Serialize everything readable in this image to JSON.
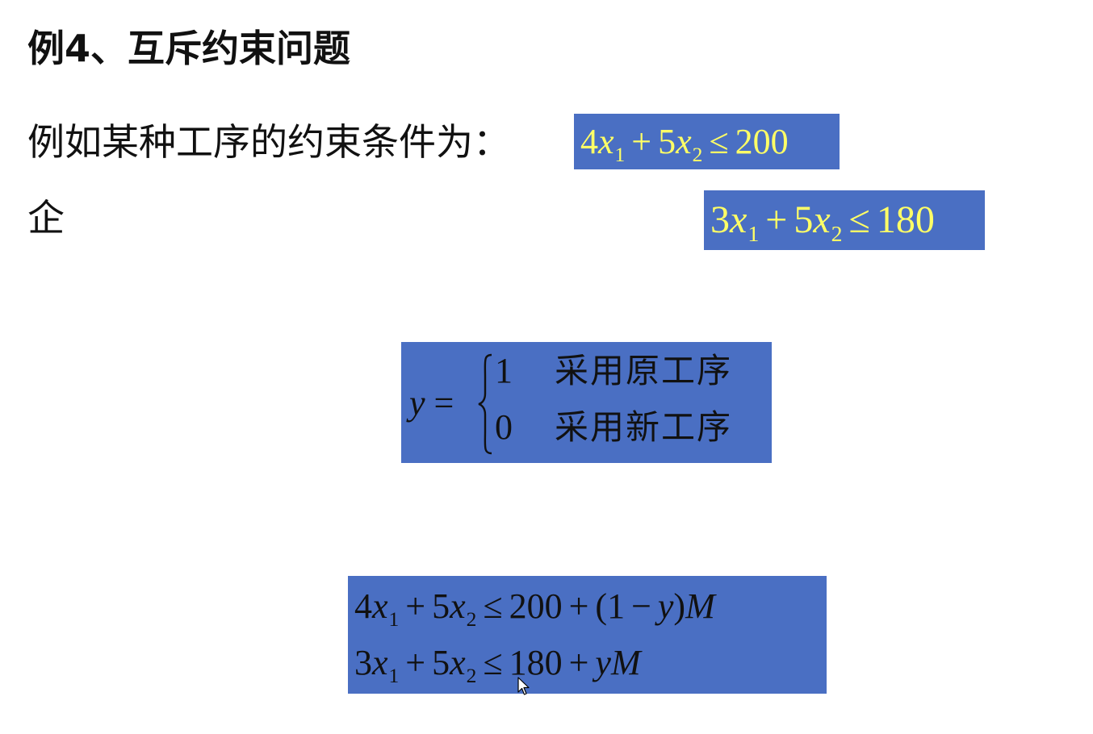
{
  "title": "例4、互斥约束问题",
  "line1": "例如某种工序的约束条件为：",
  "line2": "企",
  "constraint1": {
    "coef1": "4",
    "var1": "x",
    "sub1": "1",
    "plus": "+",
    "coef2": "5",
    "var2": "x",
    "sub2": "2",
    "rel": "≤",
    "rhs": "200"
  },
  "constraint2": {
    "coef1": "3",
    "var1": "x",
    "sub1": "1",
    "plus": "+",
    "coef2": "5",
    "var2": "x",
    "sub2": "2",
    "rel": "≤",
    "rhs": "180"
  },
  "cases": {
    "lhs_var": "y",
    "eq": "=",
    "rows": [
      {
        "value": "1",
        "label": "采用原工序"
      },
      {
        "value": "0",
        "label": "采用新工序"
      }
    ]
  },
  "combined": {
    "row1": {
      "coef1": "4",
      "var1": "x",
      "sub1": "1",
      "plus": "+",
      "coef2": "5",
      "var2": "x",
      "sub2": "2",
      "rel": "≤",
      "rhs": "200",
      "plus2": "+",
      "paren_open": "(",
      "one": "1",
      "minus": "−",
      "y": "y",
      "paren_close": ")",
      "M": "M"
    },
    "row2": {
      "coef1": "3",
      "var1": "x",
      "sub1": "1",
      "plus": "+",
      "coef2": "5",
      "var2": "x",
      "sub2": "2",
      "rel": "≤",
      "rhs": "180",
      "plus2": "+",
      "y": "y",
      "M": "M"
    }
  },
  "colors": {
    "box_background": "#4a6fc3",
    "highlight_text": "#ffff66",
    "dark_text": "#111111"
  },
  "icons": {
    "cursor": "mouse-pointer-icon"
  }
}
